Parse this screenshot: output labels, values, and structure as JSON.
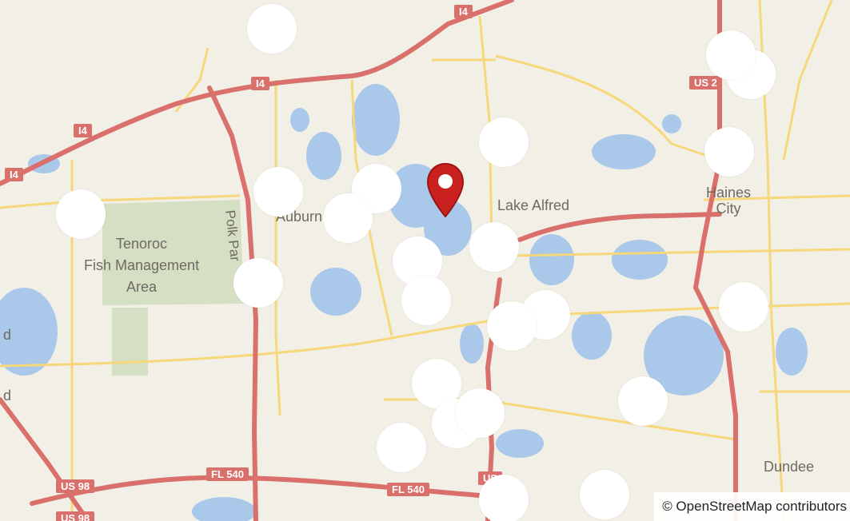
{
  "map": {
    "places": {
      "lake_alfred": "Lake Alfred",
      "haines_city": "Haines\nCity",
      "tenoroc": "Tenoroc\nFish Management\nArea",
      "auburndale": "Auburn",
      "dundee": "Dundee",
      "polk_parkway": "Polk Par",
      "edge_left_d": "d",
      "edge_left_d2": "d"
    },
    "shields": {
      "i4_top": "I4",
      "i4_mid": "I4",
      "i4_left": "I4",
      "i4_edge": "I4",
      "us27": "US 2",
      "us98": "US 98",
      "fl540_left": "FL 540",
      "fl540_right": "FL 540",
      "us_bottom": "US 98",
      "us_mid": "US"
    },
    "attribution": "© OpenStreetMap contributors",
    "colors": {
      "land": "#f2efe6",
      "water": "#a9c8ea",
      "park": "#d5dfc4",
      "motorway": "#d9706c",
      "primary": "#f6d77a",
      "marker": "#ffffff",
      "pin": "#c8211f"
    },
    "icons": {
      "pin": "map-pin-icon"
    }
  }
}
